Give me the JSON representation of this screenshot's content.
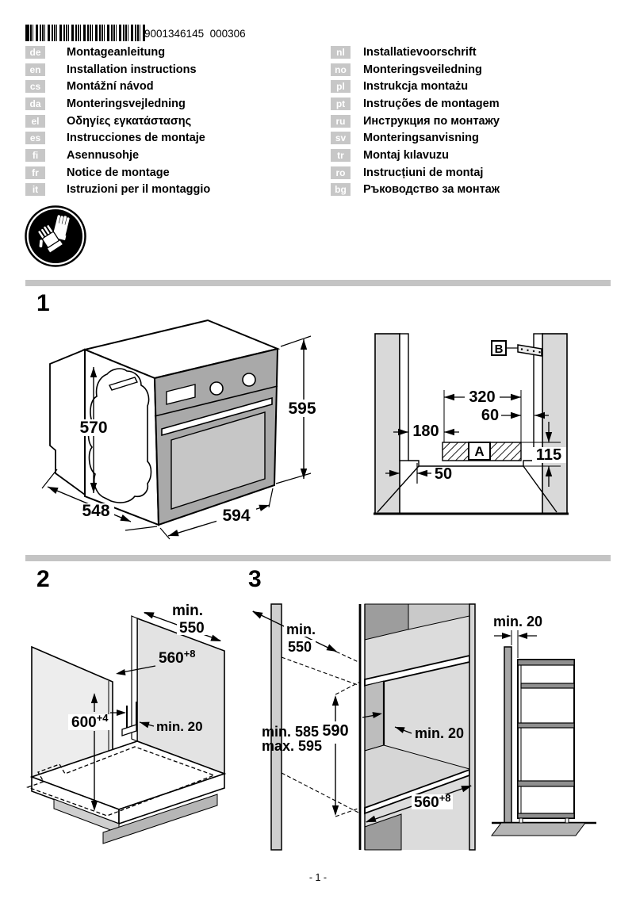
{
  "header": {
    "barcode_number": "9001346145  000306"
  },
  "icons": {
    "gloves": "wear-protective-gloves"
  },
  "languages": {
    "left": [
      {
        "code": "de",
        "title": "Montageanleitung"
      },
      {
        "code": "en",
        "title": "Installation instructions"
      },
      {
        "code": "cs",
        "title": "Montážní návod"
      },
      {
        "code": "da",
        "title": "Monteringsvejledning"
      },
      {
        "code": "el",
        "title": "Οδηγίες εγκατάστασης"
      },
      {
        "code": "es",
        "title": "Instrucciones de montaje"
      },
      {
        "code": "fi",
        "title": "Asennusohje"
      },
      {
        "code": "fr",
        "title": "Notice de montage"
      },
      {
        "code": "it",
        "title": "Istruzioni per il montaggio"
      }
    ],
    "right": [
      {
        "code": "nl",
        "title": "Installatievoorschrift"
      },
      {
        "code": "no",
        "title": "Monteringsveiledning"
      },
      {
        "code": "pl",
        "title": "Instrukcja montażu"
      },
      {
        "code": "pt",
        "title": "Instruções de montagem"
      },
      {
        "code": "ru",
        "title": "Инструкция по монтажу"
      },
      {
        "code": "sv",
        "title": "Monteringsanvisning"
      },
      {
        "code": "tr",
        "title": "Montaj kılavuzu"
      },
      {
        "code": "ro",
        "title": "Instrucțiuni de montaj"
      },
      {
        "code": "bg",
        "title": "Ръководство за монтаж"
      }
    ]
  },
  "sections": {
    "fig1_label": "1",
    "fig2_label": "2",
    "fig3_label": "3"
  },
  "fig1": {
    "oven": {
      "cavity_height": "570",
      "height": "595",
      "depth": "548",
      "width": "594"
    },
    "niche": {
      "recess_width": "320",
      "right_gap": "60",
      "left_offset": "180",
      "plinth_height": "115",
      "front_offset": "50",
      "area_label": "A",
      "bracket_label": "B"
    }
  },
  "fig2": {
    "min_depth_line1": "min.",
    "min_depth_line2": "550",
    "width_base": "560",
    "width_sup": "+8",
    "height_base": "600",
    "height_sup": "+4",
    "vent_gap": "min. 20"
  },
  "fig3": {
    "min_depth_line1": "min.",
    "min_depth_line2": "550",
    "height_min": "min. 585",
    "height_max": "max. 595",
    "niche_height": "590",
    "vent_gap": "min. 20",
    "width_base": "560",
    "width_sup": "+8",
    "side_gap": "min. 20"
  },
  "footer": {
    "page_number": "- 1 -"
  },
  "colors": {
    "divider": "#c4c4c4",
    "badge_bg": "#c7c7c7",
    "oven_front": "#a9a9a9",
    "door_glass": "#c6c6c6",
    "cabinet_light": "#d9d9d9",
    "cabinet_mid": "#b5b5b5",
    "cabinet_dark": "#9d9d9d"
  }
}
